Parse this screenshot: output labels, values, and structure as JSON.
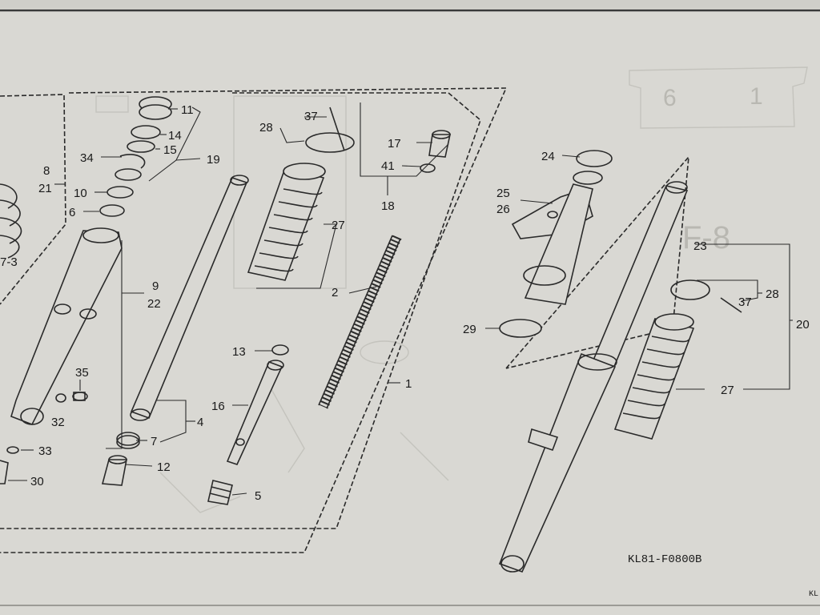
{
  "diagram_code": "KL81-F0800B",
  "corner_code": "KL",
  "page_number": "F-8",
  "header_digits": [
    "6",
    "1"
  ],
  "callouts": [
    {
      "id": "c11",
      "text": "11"
    },
    {
      "id": "c14",
      "text": "14"
    },
    {
      "id": "c15",
      "text": "15"
    },
    {
      "id": "c34",
      "text": "34"
    },
    {
      "id": "c19",
      "text": "19"
    },
    {
      "id": "c8",
      "text": "8"
    },
    {
      "id": "c21",
      "text": "21"
    },
    {
      "id": "c10",
      "text": "10"
    },
    {
      "id": "c6",
      "text": "6"
    },
    {
      "id": "c73",
      "text": "7-3"
    },
    {
      "id": "c9",
      "text": "9"
    },
    {
      "id": "c22",
      "text": "22"
    },
    {
      "id": "c35",
      "text": "35"
    },
    {
      "id": "c32",
      "text": "32"
    },
    {
      "id": "c33",
      "text": "33"
    },
    {
      "id": "c30",
      "text": "30"
    },
    {
      "id": "c7",
      "text": "7"
    },
    {
      "id": "c4",
      "text": "4"
    },
    {
      "id": "c12",
      "text": "12"
    },
    {
      "id": "c28a",
      "text": "28"
    },
    {
      "id": "c37a",
      "text": "37"
    },
    {
      "id": "c17",
      "text": "17"
    },
    {
      "id": "c41",
      "text": "41"
    },
    {
      "id": "c18",
      "text": "18"
    },
    {
      "id": "c27a",
      "text": "27"
    },
    {
      "id": "c2",
      "text": "2"
    },
    {
      "id": "c13",
      "text": "13"
    },
    {
      "id": "c16",
      "text": "16"
    },
    {
      "id": "c5",
      "text": "5"
    },
    {
      "id": "c1",
      "text": "1"
    },
    {
      "id": "c24",
      "text": "24"
    },
    {
      "id": "c25",
      "text": "25"
    },
    {
      "id": "c26",
      "text": "26"
    },
    {
      "id": "c29",
      "text": "29"
    },
    {
      "id": "c23",
      "text": "23"
    },
    {
      "id": "c28b",
      "text": "28"
    },
    {
      "id": "c37b",
      "text": "37"
    },
    {
      "id": "c20",
      "text": "20"
    },
    {
      "id": "c27b",
      "text": "27"
    }
  ]
}
